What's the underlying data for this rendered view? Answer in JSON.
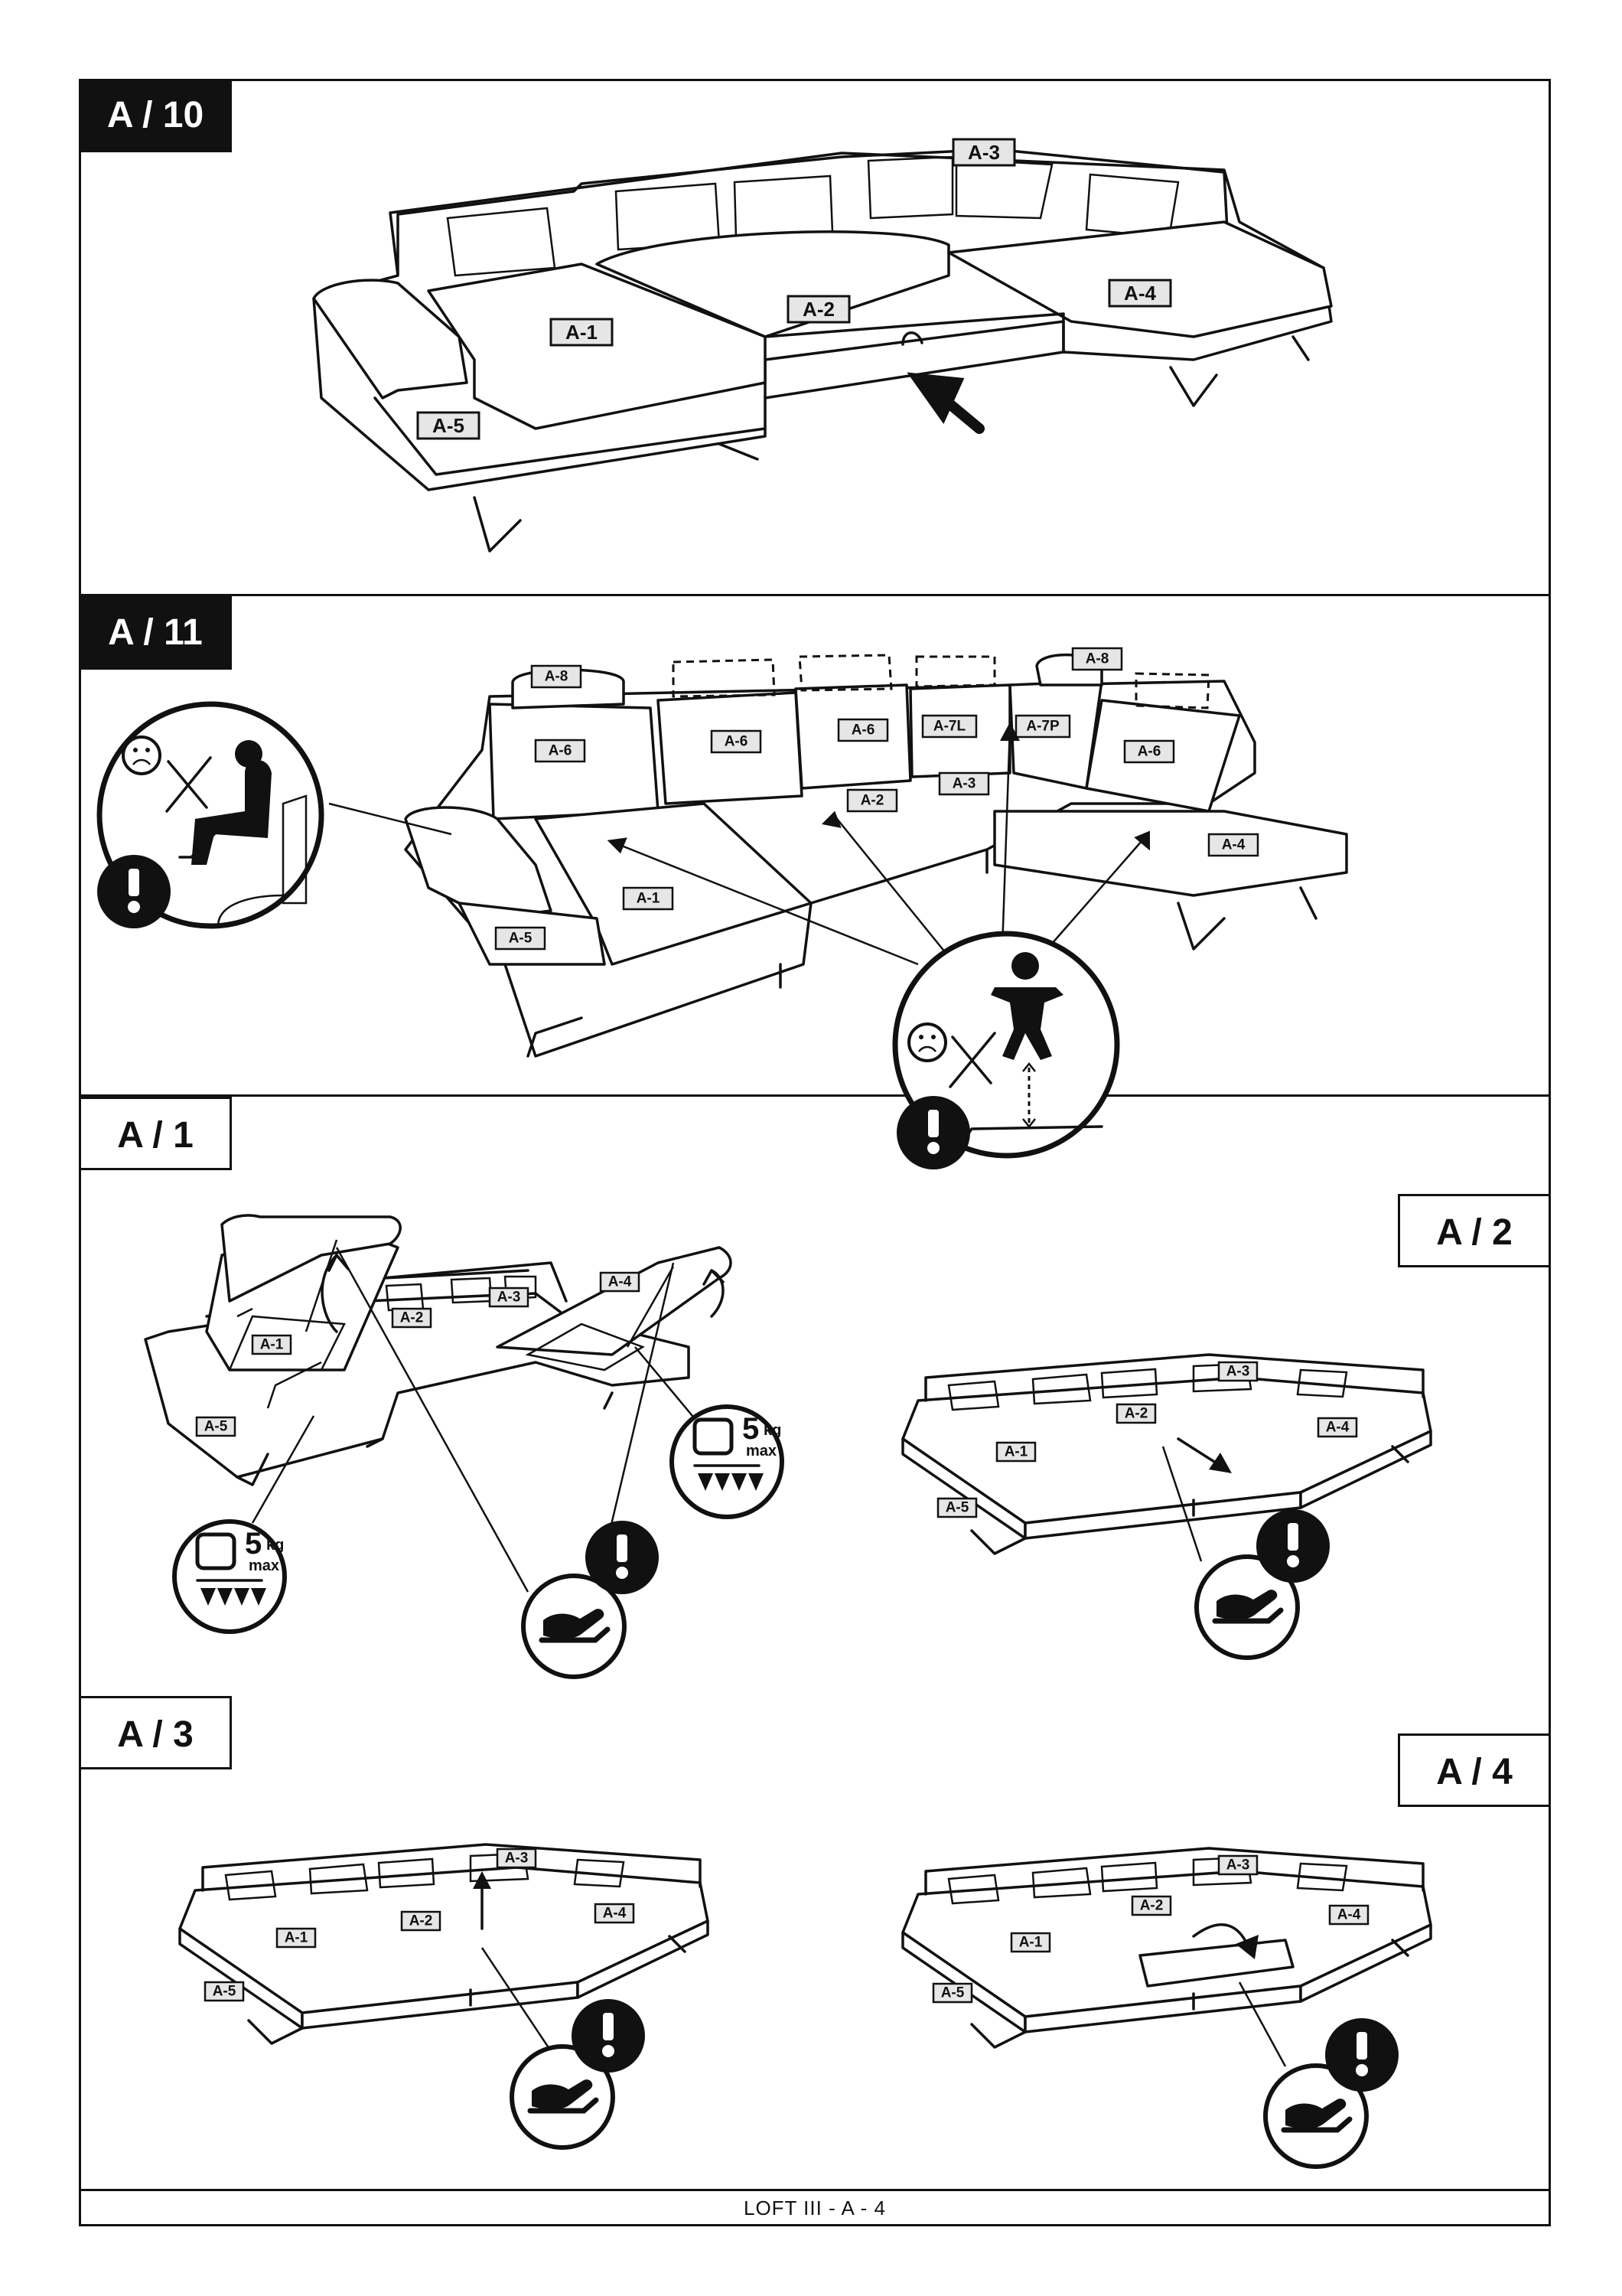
{
  "steps": {
    "a10": "A / 10",
    "a11": "A / 11",
    "a1": "A / 1",
    "a2": "A / 2",
    "a3": "A / 3",
    "a4": "A / 4"
  },
  "part_labels": {
    "a1": "A-1",
    "a2": "A-2",
    "a3": "A-3",
    "a4": "A-4",
    "a5": "A-5",
    "a6": "A-6",
    "a7l": "A-7L",
    "a7p": "A-7P",
    "a8": "A-8"
  },
  "weight_limit": {
    "value": "5",
    "unit": "kg",
    "qualifier": "max"
  },
  "footer": "LOFT III - A - 4",
  "icons": [
    "warning-icon",
    "sad-face-icon",
    "cross-icon",
    "sitting-person-icon",
    "standing-person-icon",
    "hand-care-icon",
    "weight-icon",
    "arrow-icon"
  ]
}
